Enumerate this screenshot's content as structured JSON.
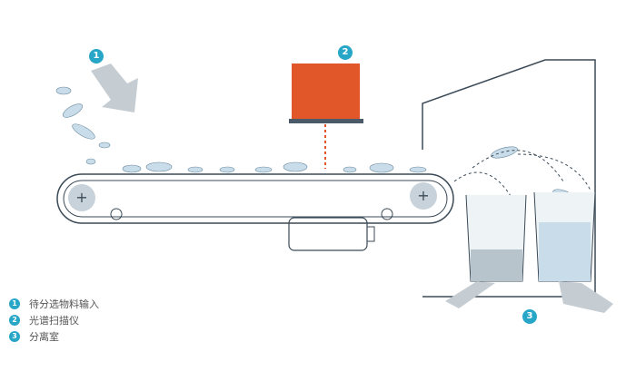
{
  "badges": [
    "1",
    "2",
    "3"
  ],
  "legend": [
    {
      "num": "1",
      "label": "待分选物料输入"
    },
    {
      "num": "2",
      "label": "光谱扫描仪"
    },
    {
      "num": "3",
      "label": "分离室"
    }
  ],
  "colors": {
    "accent": "#27a6c8",
    "scanner": "#e2572a",
    "scanner_bar": "#4a5a68",
    "arrow": "#c5cdd3",
    "line": "#3b4a57",
    "bottle": "#c8dde9"
  }
}
